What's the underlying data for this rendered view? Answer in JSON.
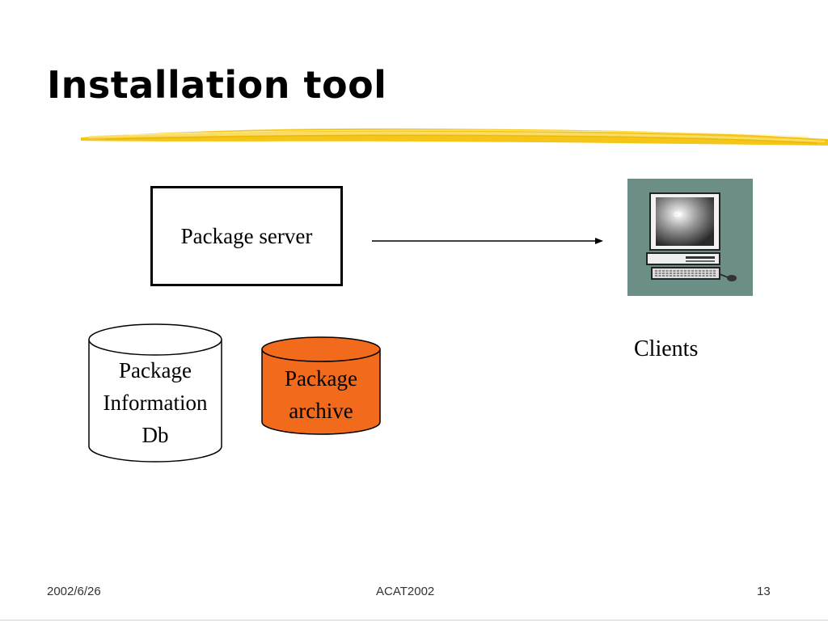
{
  "slide": {
    "title": "Installation tool"
  },
  "diagram": {
    "server": {
      "label": "Package server"
    },
    "clients": {
      "label": "Clients",
      "icon": "desktop-computer-icon"
    },
    "info_db": {
      "lines": [
        "Package",
        "Information",
        "Db"
      ]
    },
    "archive": {
      "lines": [
        "Package",
        "archive"
      ]
    }
  },
  "footer": {
    "date": "2002/6/26",
    "event": "ACAT2002",
    "page_number": "13"
  },
  "colors": {
    "highlight": "#f5c518",
    "archive_fill": "#f26a1b",
    "client_tile": "#6b8e86"
  }
}
